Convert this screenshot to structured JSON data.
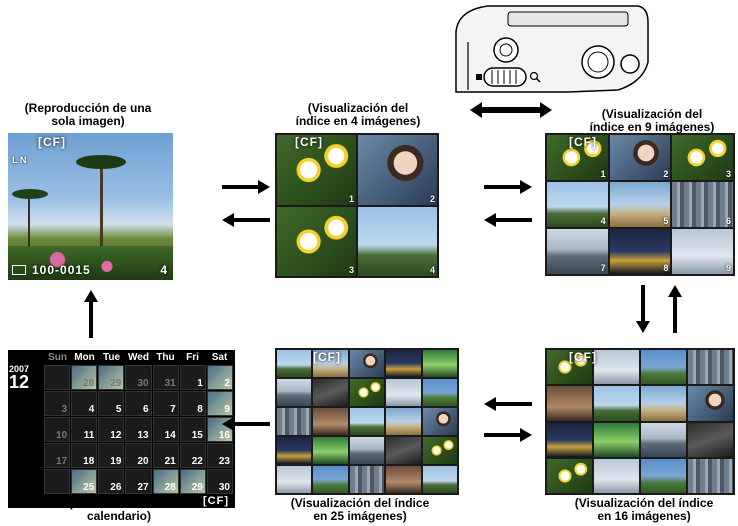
{
  "captions": {
    "single": "(Reproducción de una\nsola imagen)",
    "index4": "(Visualización del\níndice en 4 imágenes)",
    "index9": "(Visualización del\níndice en 9 imágenes)",
    "index16": "(Visualización del índice\nen 16 imágenes)",
    "index25": "(Visualización del índice\nen 25 imágenes)",
    "calendar": "(Visualización del\ncalendario)"
  },
  "single_view": {
    "card": "[CF]",
    "mode_icon": "L N",
    "file_number": "100-0015",
    "frame": "4"
  },
  "index4": {
    "card": "[CF]",
    "numbers": [
      "1",
      "2",
      "3",
      "4"
    ]
  },
  "index9": {
    "card": "[CF]",
    "numbers": [
      "1",
      "2",
      "3",
      "4",
      "5",
      "6",
      "7",
      "8",
      "9"
    ]
  },
  "index16": {
    "card": "[CF]"
  },
  "index25": {
    "card": "[CF]"
  },
  "calendar": {
    "year": "2007",
    "month": "12",
    "card": "[CF]",
    "days_of_week": [
      "Sun",
      "Mon",
      "Tue",
      "Wed",
      "Thu",
      "Fri",
      "Sat"
    ],
    "weeks": [
      [
        "",
        "28",
        "29",
        "30",
        "31",
        "1",
        "2"
      ],
      [
        "3",
        "4",
        "5",
        "6",
        "7",
        "8",
        "9"
      ],
      [
        "10",
        "11",
        "12",
        "13",
        "14",
        "15",
        "16"
      ],
      [
        "17",
        "18",
        "19",
        "20",
        "21",
        "22",
        "23"
      ],
      [
        "",
        "25",
        "26",
        "27",
        "28",
        "29",
        "30"
      ]
    ]
  },
  "icons": {
    "zoom_lever": "camera-zoom-lever-icon",
    "index_symbol": "grid-icon",
    "magnify_symbol": "magnifier-icon"
  }
}
